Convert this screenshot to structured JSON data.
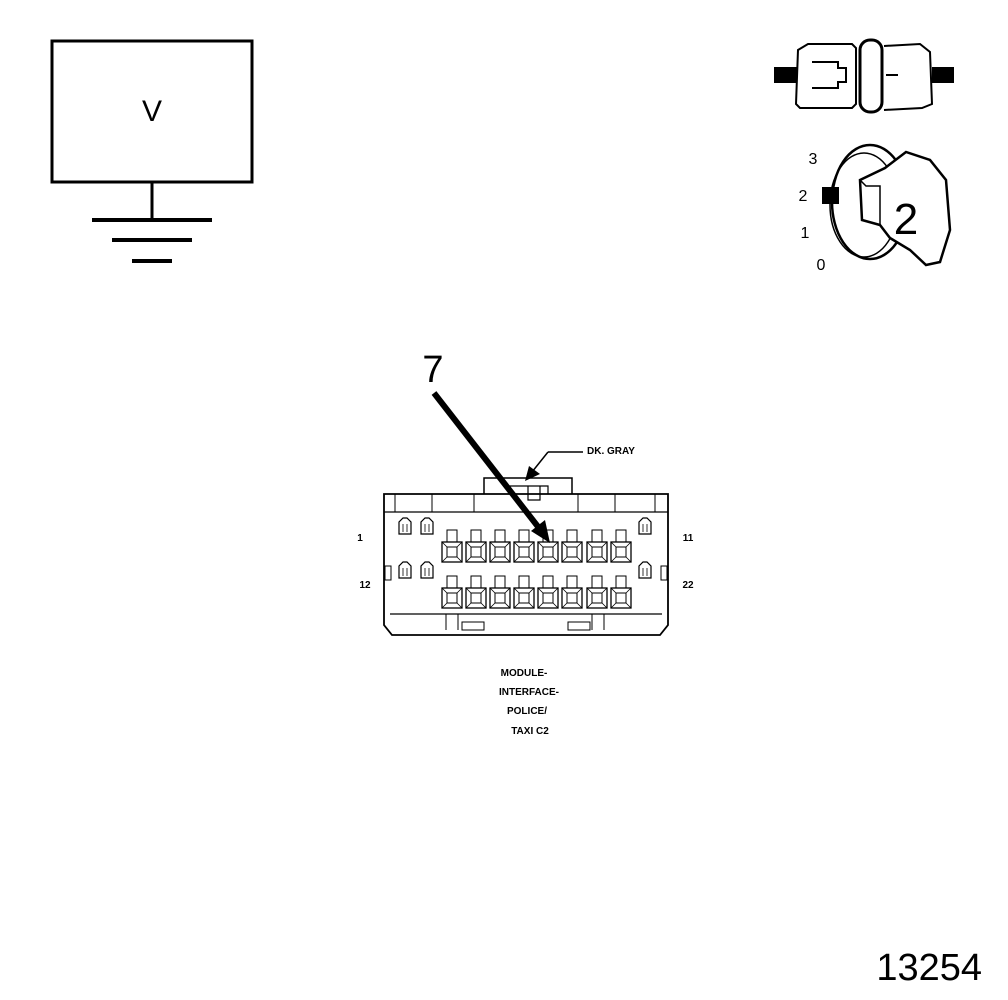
{
  "voltmeter": {
    "symbol": "V"
  },
  "ignition": {
    "positions": [
      "3",
      "2",
      "1",
      "0"
    ],
    "current_position": "2"
  },
  "pointer": {
    "pin": "7"
  },
  "connector": {
    "color_label": "DK. GRAY",
    "pin_labels": {
      "top_left": "1",
      "top_right": "11",
      "bottom_left": "12",
      "bottom_right": "22"
    },
    "name_lines": [
      "MODULE-",
      "INTERFACE-",
      "POLICE/",
      "TAXI C2"
    ]
  },
  "figure_number": "13254"
}
